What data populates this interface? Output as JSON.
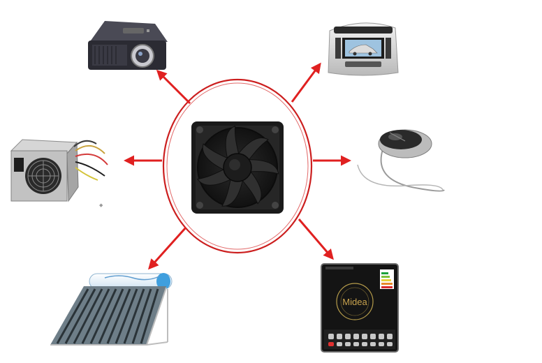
{
  "diagram": {
    "hub": {
      "icon": "cooling-fan-icon"
    },
    "links": [
      {
        "target": "projector",
        "icon": "projector-icon"
      },
      {
        "target": "car-dashboard",
        "icon": "car-stereo-icon"
      },
      {
        "target": "power-supply",
        "icon": "power-supply-icon"
      },
      {
        "target": "computer-mouse",
        "icon": "mouse-icon"
      },
      {
        "target": "solar-water-heater",
        "icon": "solar-heater-icon"
      },
      {
        "target": "induction-cooker",
        "icon": "induction-cooker-icon"
      }
    ],
    "colors": {
      "arrow": "#e02020",
      "ring": "#cc1f1f",
      "fan": "#1a1a1a"
    },
    "cooker": {
      "brand": "Midea"
    }
  }
}
